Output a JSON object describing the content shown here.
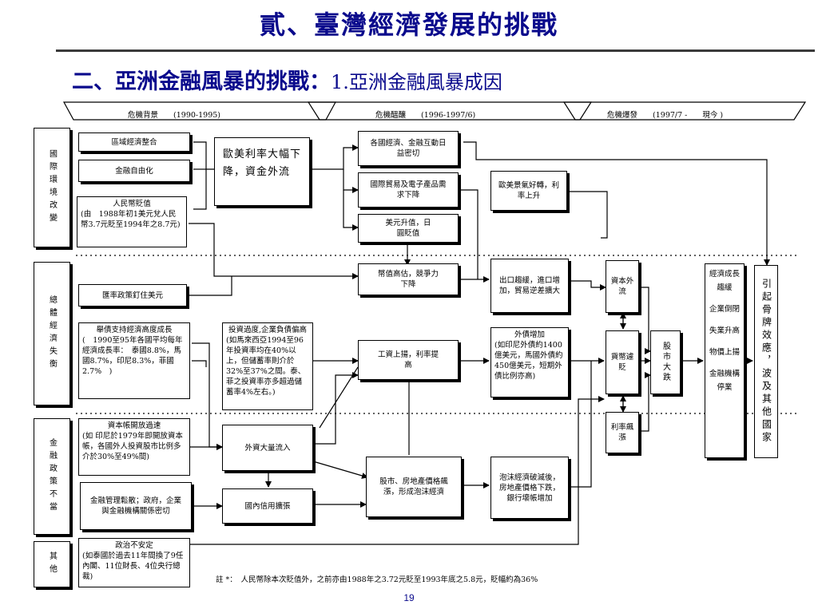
{
  "header": {
    "title": "貳、臺灣經濟發展的挑戰",
    "subtitle_bold": "二、亞洲金融風暴的挑戰：",
    "subtitle_rest": "1.亞洲金融風暴成因"
  },
  "phases": [
    {
      "label": "危機背景",
      "period": "(1990-1995)"
    },
    {
      "label": "危機醞釀",
      "period": "(1996-1997/6)"
    },
    {
      "label": "危機爆發",
      "period": "(1997/7 -　　現今 )"
    }
  ],
  "categories": {
    "international": "國際環境改變",
    "macro": "總體經濟失衡",
    "finance_policy": "金融政策不當",
    "other": "其他"
  },
  "boxes": {
    "regional_integration": "區域經濟整合",
    "financial_liberalization": "金融自由化",
    "rmb_devaluation_title": "人民幣貶值",
    "rmb_devaluation_detail": "(由　1988年初1美元兌人民幣3.7元貶至1994年之8.7元)",
    "us_eu_rates": "歐美利率大幅下降，資金外流",
    "fx_peg": "匯率政策釘住美元",
    "debt_growth_title": "舉債支持經濟高度成長",
    "debt_growth_detail": "(　1990至95年各國平均每年經濟成長率：　泰國8.8%，馬國8.7%，印尼8.3%，菲國2.7%　)",
    "invest_title": "投資過度,企業負債偏高",
    "invest_detail": "(如馬來西亞1994至96年投資率均在40%以上，但儲蓄率則介於32%至37%之間。泰、菲之投資率亦多超過儲蓄率4%左右。)",
    "capital_account_title": "資本帳開放過速",
    "capital_account_detail": "(如 印尼於1979年即開放資本帳，各國外人投資股市比例多介於30%至49%間)",
    "fin_mgmt": "金融管理鬆散；政府，企業與金融機構關係密切",
    "political_title": "政治不安定",
    "political_detail": "(如泰國於過去11年間換了9任內閣、11位財長、4位央行總裁)",
    "global_links": "各國經濟、金融互動日益密切",
    "trade_demand": "國際貿易及電子產品需求下降",
    "usd_yen": "美元升值，日圓貶值",
    "overvalued": "幣值高估，競爭力下降",
    "wage_rate": "工資上揚，利率提高",
    "foreign_inflow": "外資大量流入",
    "domestic_credit": "國內信用擴張",
    "asset_bubble": "股市、房地產價格飆漲，形成泡沫經濟",
    "us_eu_boom": "歐美景氣好轉，利率上升",
    "export_slowdown": "出口趨緩，進口增加，貿易逆差擴大",
    "ext_debt_title": "外債增加",
    "ext_debt_detail": "(如印尼外債約1400億美元，馬國外債約450億美元，短期外債比例亦高)",
    "bubble_burst": "泡沫經濟破滅後，房地產價格下跌，銀行壞帳增加",
    "capital_outflow": "資本外流",
    "currency_dep": "貨幣遽貶",
    "rate_surge": "利率飆漲",
    "stock_crash": "股市大跌",
    "outcomes": [
      "經濟成長趨緩",
      "企業倒閉",
      "失業升高",
      "物價上揚",
      "金融機構停業"
    ],
    "contagion": "引起骨牌效應，波及其他國家"
  },
  "footnote": "註 *：　人民幣除本次貶值外，之前亦由1988年之3.72元貶至1993年底之5.8元，貶幅約為36%",
  "page_number": "19",
  "colors": {
    "title": "#0a0a8c",
    "lines": "#000000"
  }
}
